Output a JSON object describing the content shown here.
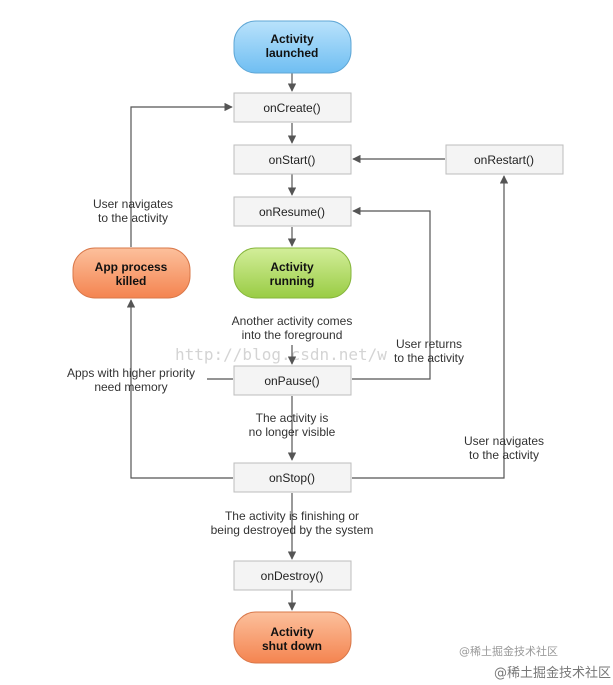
{
  "nodes": {
    "activity_launched": [
      "Activity",
      "launched"
    ],
    "on_create": "onCreate()",
    "on_start": "onStart()",
    "on_restart": "onRestart()",
    "on_resume": "onResume()",
    "activity_running": [
      "Activity",
      "running"
    ],
    "app_process_killed": [
      "App process",
      "killed"
    ],
    "on_pause": "onPause()",
    "on_stop": "onStop()",
    "on_destroy": "onDestroy()",
    "activity_shut_down": [
      "Activity",
      "shut down"
    ]
  },
  "labels": {
    "user_navigates_left": [
      "User navigates",
      "to the activity"
    ],
    "another_activity": [
      "Another activity comes",
      "into the foreground"
    ],
    "user_returns": [
      "User returns",
      "to the activity"
    ],
    "apps_higher_priority": [
      "Apps with higher priority",
      "need memory"
    ],
    "no_longer_visible": [
      "The activity is",
      "no longer visible"
    ],
    "user_navigates_right": [
      "User navigates",
      "to the activity"
    ],
    "finishing": [
      "The activity is finishing or",
      "being destroyed by the system"
    ]
  },
  "watermarks": {
    "url": "http://blog.csdn.net/w",
    "juejin_small": "@稀土掘金技术社区",
    "juejin_large": "@稀土掘金技术社区"
  },
  "colors": {
    "blue_pill": "#8fcdf6",
    "green_pill": "#b6dd6a",
    "orange_pill": "#f8a070",
    "box_fill": "#f4f4f4",
    "box_stroke": "#bdbdbd"
  }
}
